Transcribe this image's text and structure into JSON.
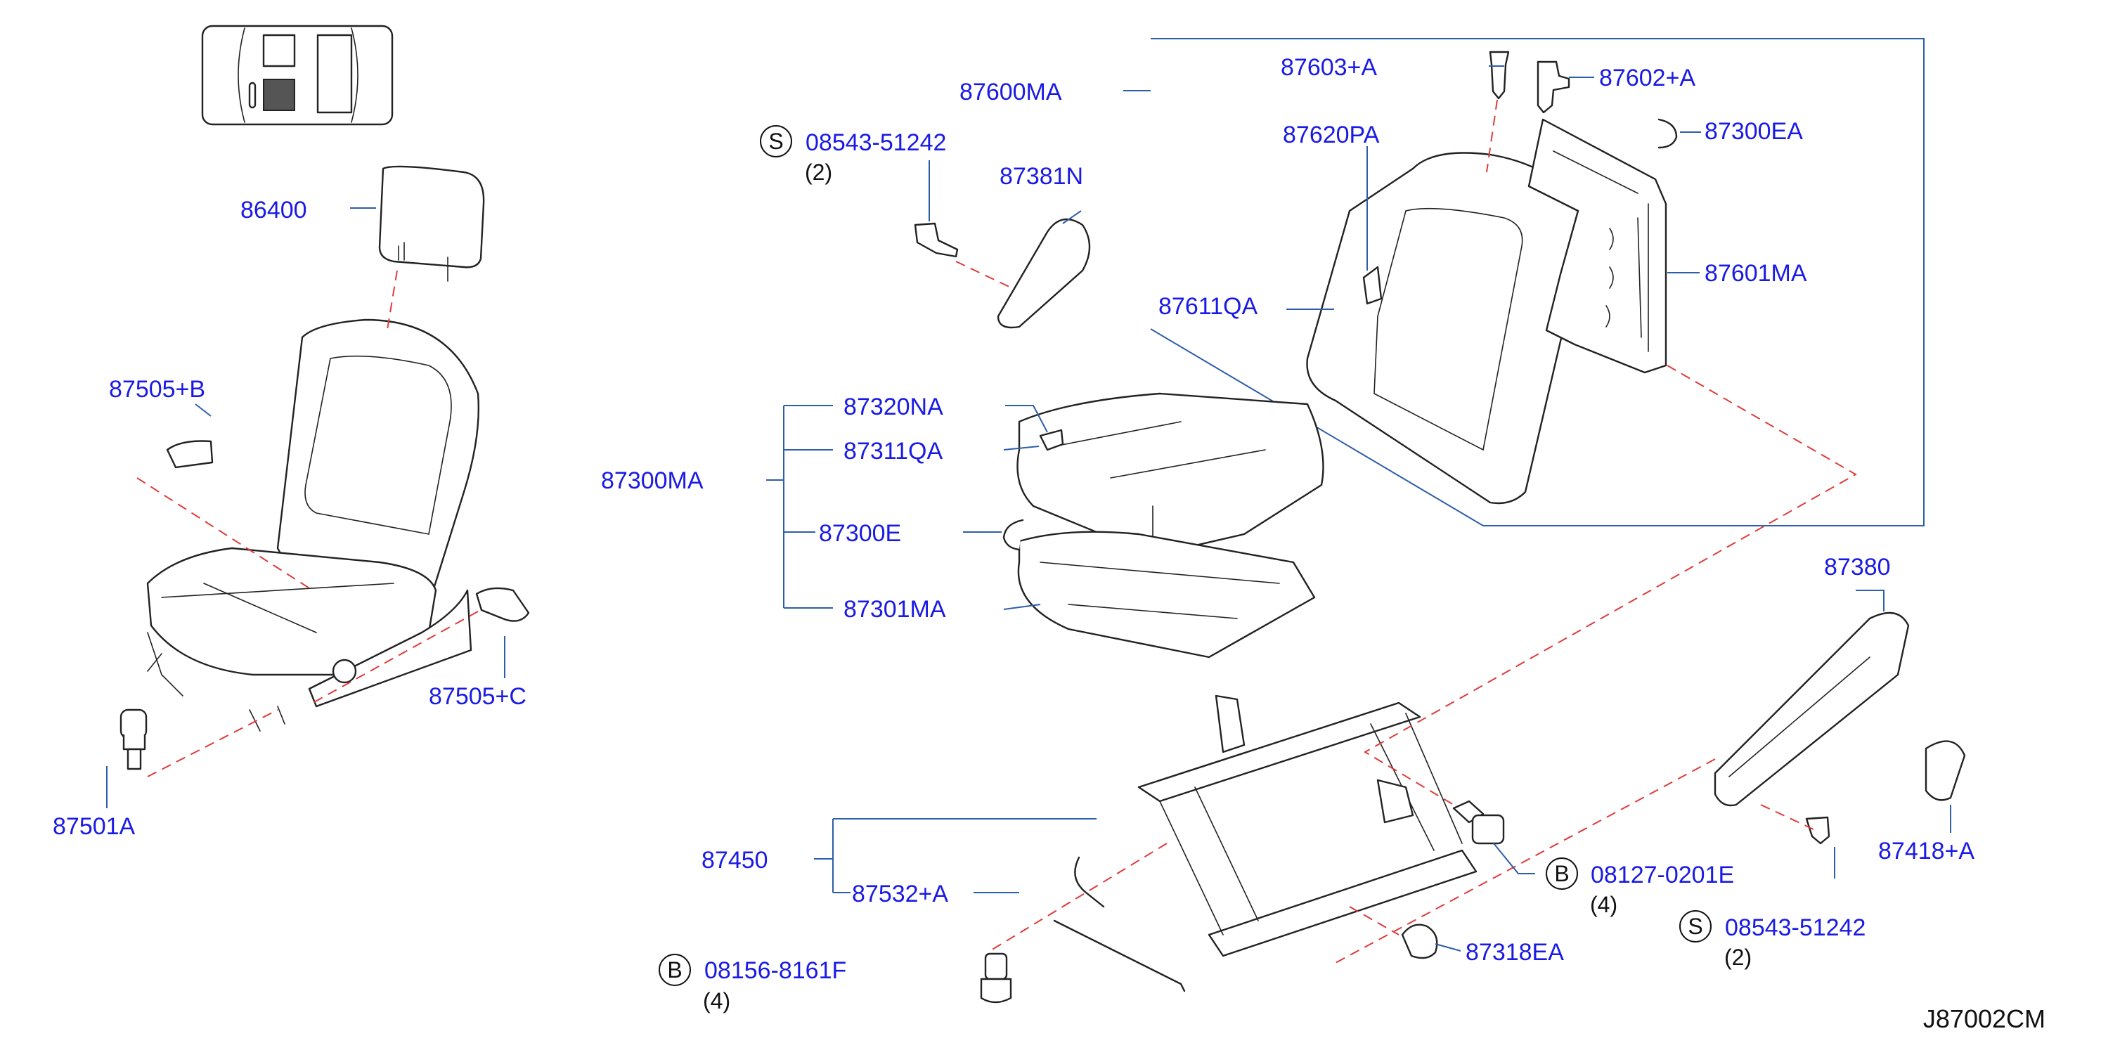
{
  "diagram_code": "J87002CM",
  "parts": {
    "p86400": "86400",
    "p87505b": "87505+B",
    "p87505c": "87505+C",
    "p87501a": "87501A",
    "p87600ma": "87600MA",
    "p87603a": "87603+A",
    "p87602a": "87602+A",
    "p87300ea": "87300EA",
    "p87620pa": "87620PA",
    "p87601ma": "87601MA",
    "p87611qa": "87611QA",
    "p87381n": "87381N",
    "p87300ma": "87300MA",
    "p87320na": "87320NA",
    "p87311qa": "87311QA",
    "p87300e": "87300E",
    "p87301ma": "87301MA",
    "p87380": "87380",
    "p87418a": "87418+A",
    "p87450": "87450",
    "p87532a": "87532+A",
    "p87318ea": "87318EA"
  },
  "fasteners": {
    "top_screw": {
      "prefix": "S",
      "number": "08543-51242",
      "qty": "(2)"
    },
    "bolt_right": {
      "prefix": "B",
      "number": "08127-0201E",
      "qty": "(4)"
    },
    "screw_right": {
      "prefix": "S",
      "number": "08543-51242",
      "qty": "(2)"
    },
    "bolt_left": {
      "prefix": "B",
      "number": "08156-8161F",
      "qty": "(4)"
    }
  },
  "colors": {
    "label": "#1a1ae6",
    "leader": "#2d5ea8",
    "dashed_link": "#e03a3a",
    "drawing": "#222222"
  }
}
